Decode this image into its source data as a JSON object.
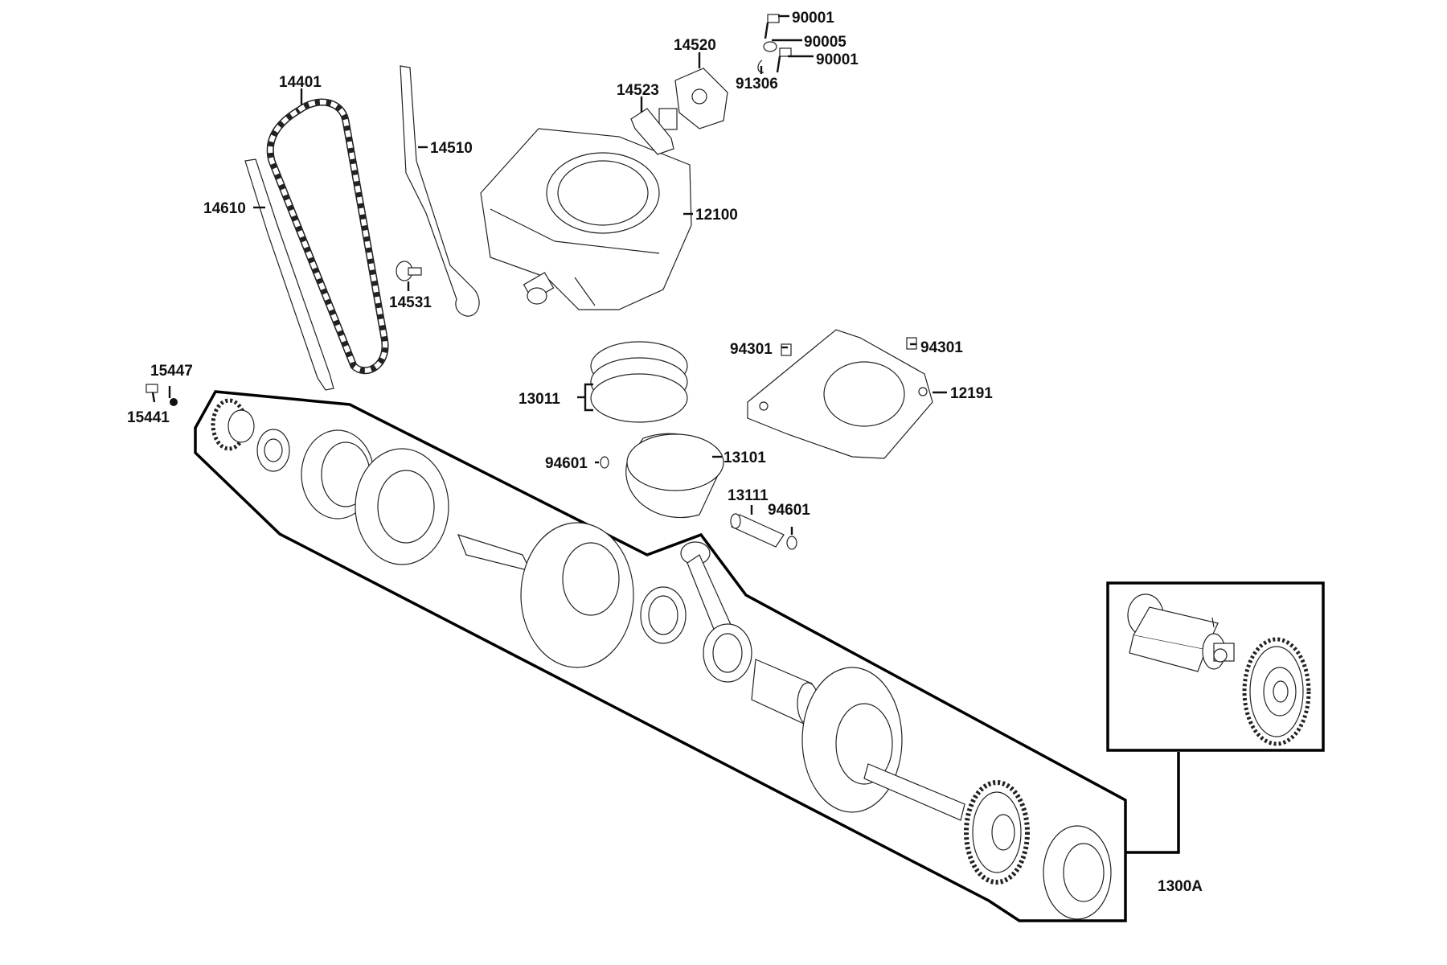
{
  "colors": {
    "ink": "#111111",
    "paper": "#ffffff"
  },
  "labels": {
    "p90001a": "90001",
    "p90005": "90005",
    "p90001b": "90001",
    "p91306": "91306",
    "p14520": "14520",
    "p14523": "14523",
    "p14401": "14401",
    "p14510": "14510",
    "p14610": "14610",
    "p12100": "12100",
    "p14531": "14531",
    "p94301a": "94301",
    "p94301b": "94301",
    "p12191": "12191",
    "p15447": "15447",
    "p15441": "15441",
    "p13011": "13011",
    "p13101": "13101",
    "p94601a": "94601",
    "p13111": "13111",
    "p94601b": "94601",
    "p1300A": "1300A"
  }
}
